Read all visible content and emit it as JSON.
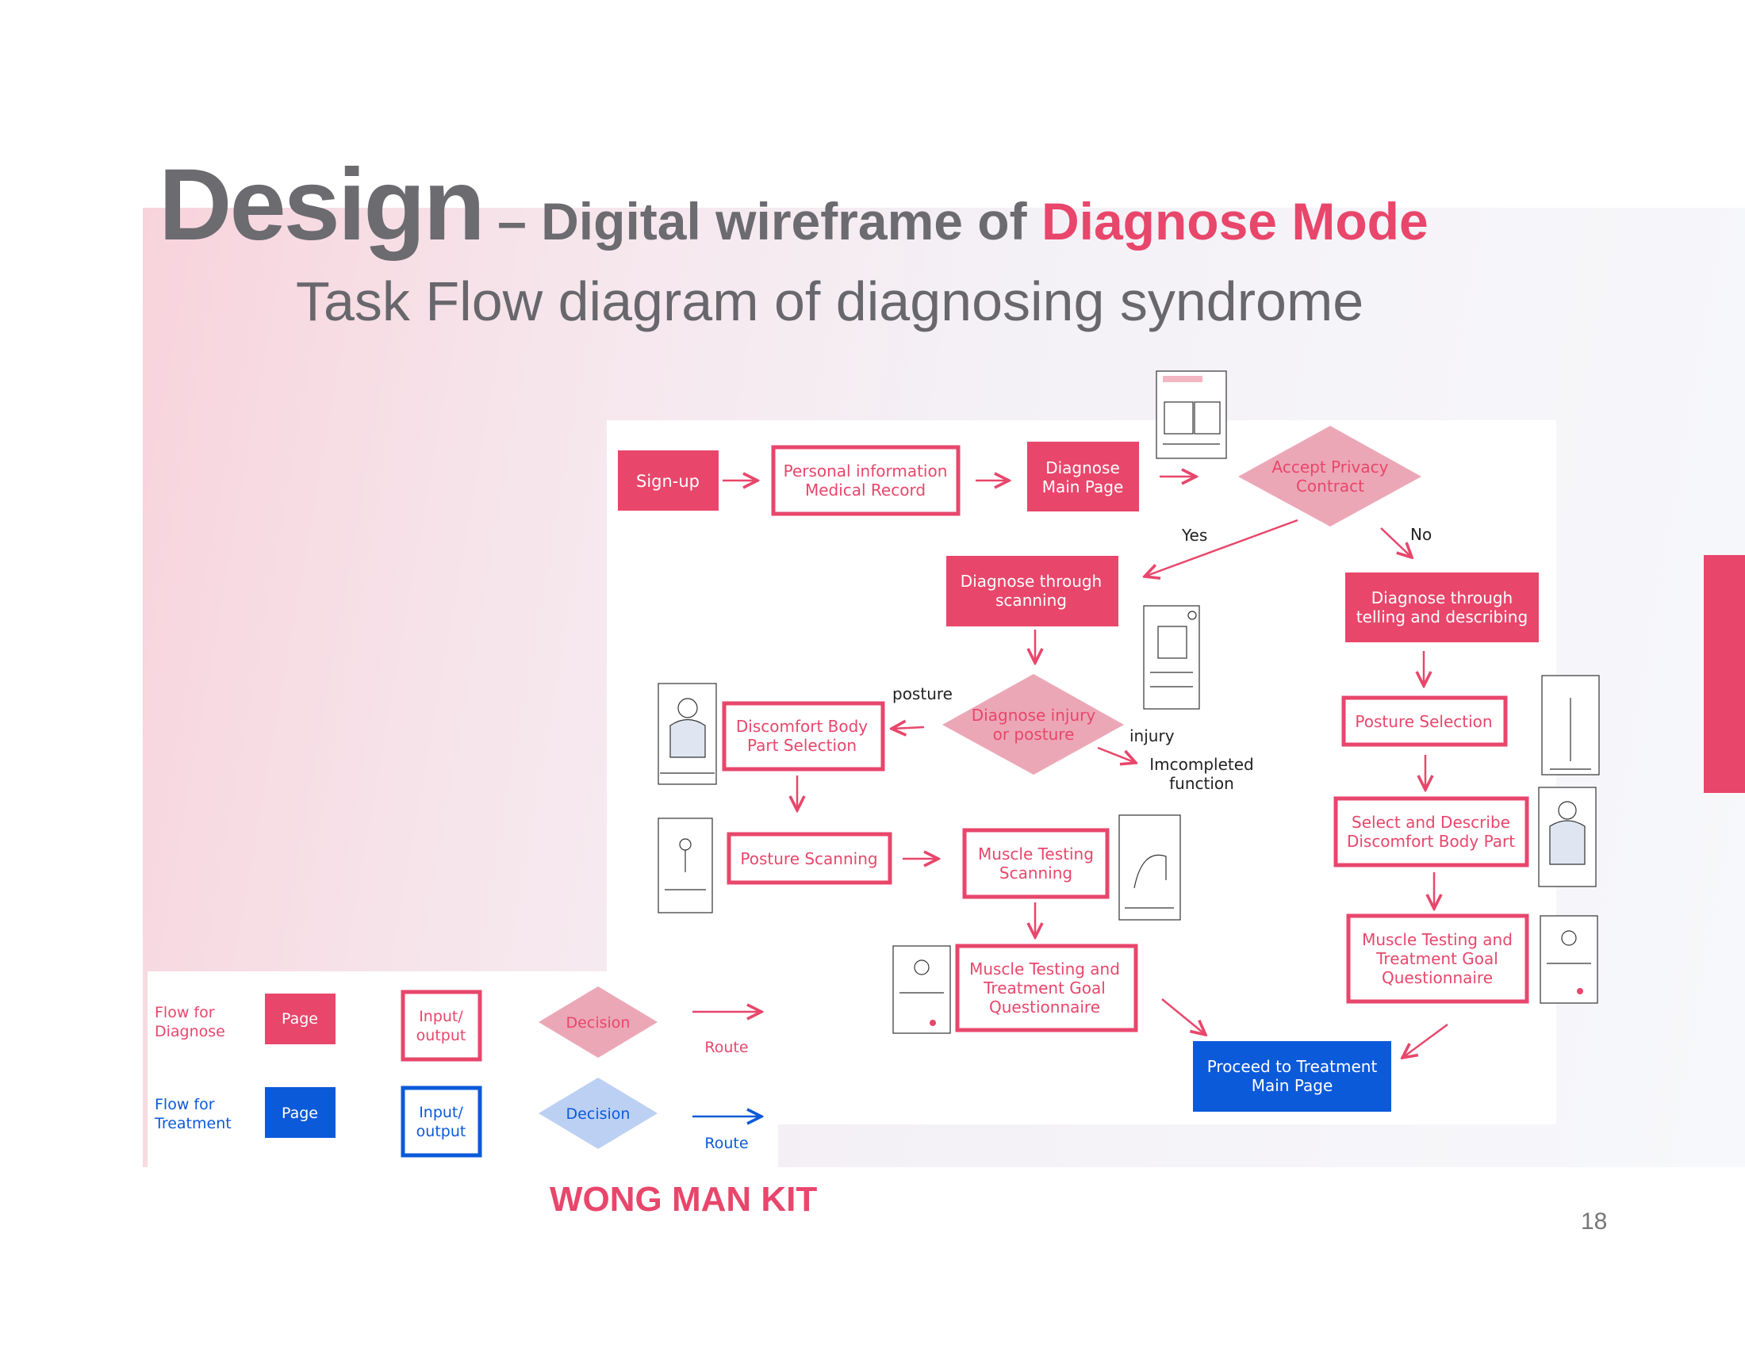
{
  "slide": {
    "title_main": "Design",
    "title_mid": " – Digital wireframe of ",
    "title_highlight": "Diagnose Mode",
    "subtitle": "Task Flow diagram of diagnosing syndrome",
    "author": "WONG MAN KIT",
    "page_number": "18"
  },
  "colors": {
    "pink": "#e8466b",
    "pink_light": "#eca7b6",
    "blue": "#0b5ad9",
    "blue_light": "#bcd0f3"
  },
  "flow": {
    "signup": "Sign-up",
    "personal_1": "Personal information",
    "personal_2": "Medical Record",
    "diag_main_1": "Diagnose",
    "diag_main_2": "Main Page",
    "privacy_1": "Accept Privacy",
    "privacy_2": "Contract",
    "yes": "Yes",
    "no": "No",
    "scan_1": "Diagnose through",
    "scan_2": "scanning",
    "tell_1": "Diagnose through",
    "tell_2": "telling and describing",
    "injury_1": "Diagnose injury",
    "injury_2": "or posture",
    "posture_label": "posture",
    "injury_label": "injury",
    "incompleted_1": "Imcompleted",
    "incompleted_2": "function",
    "discomfort_1": "Discomfort Body",
    "discomfort_2": "Part Selection",
    "posture_scanning": "Posture Scanning",
    "muscle_scan_1": "Muscle Testing",
    "muscle_scan_2": "Scanning",
    "mq_left_1": "Muscle Testing and",
    "mq_left_2": "Treatment Goal",
    "mq_left_3": "Questionnaire",
    "posture_selection": "Posture Selection",
    "select_desc_1": "Select and Describe",
    "select_desc_2": "Discomfort Body Part",
    "mq_right_1": "Muscle Testing and",
    "mq_right_2": "Treatment Goal",
    "mq_right_3": "Questionnaire",
    "proceed_1": "Proceed to Treatment",
    "proceed_2": "Main Page"
  },
  "legend": {
    "diag_1": "Flow for",
    "diag_2": "Diagnose",
    "treat_1": "Flow for",
    "treat_2": "Treatment",
    "page": "Page",
    "io_1": "Input/",
    "io_2": "output",
    "decision": "Decision",
    "route": "Route"
  }
}
